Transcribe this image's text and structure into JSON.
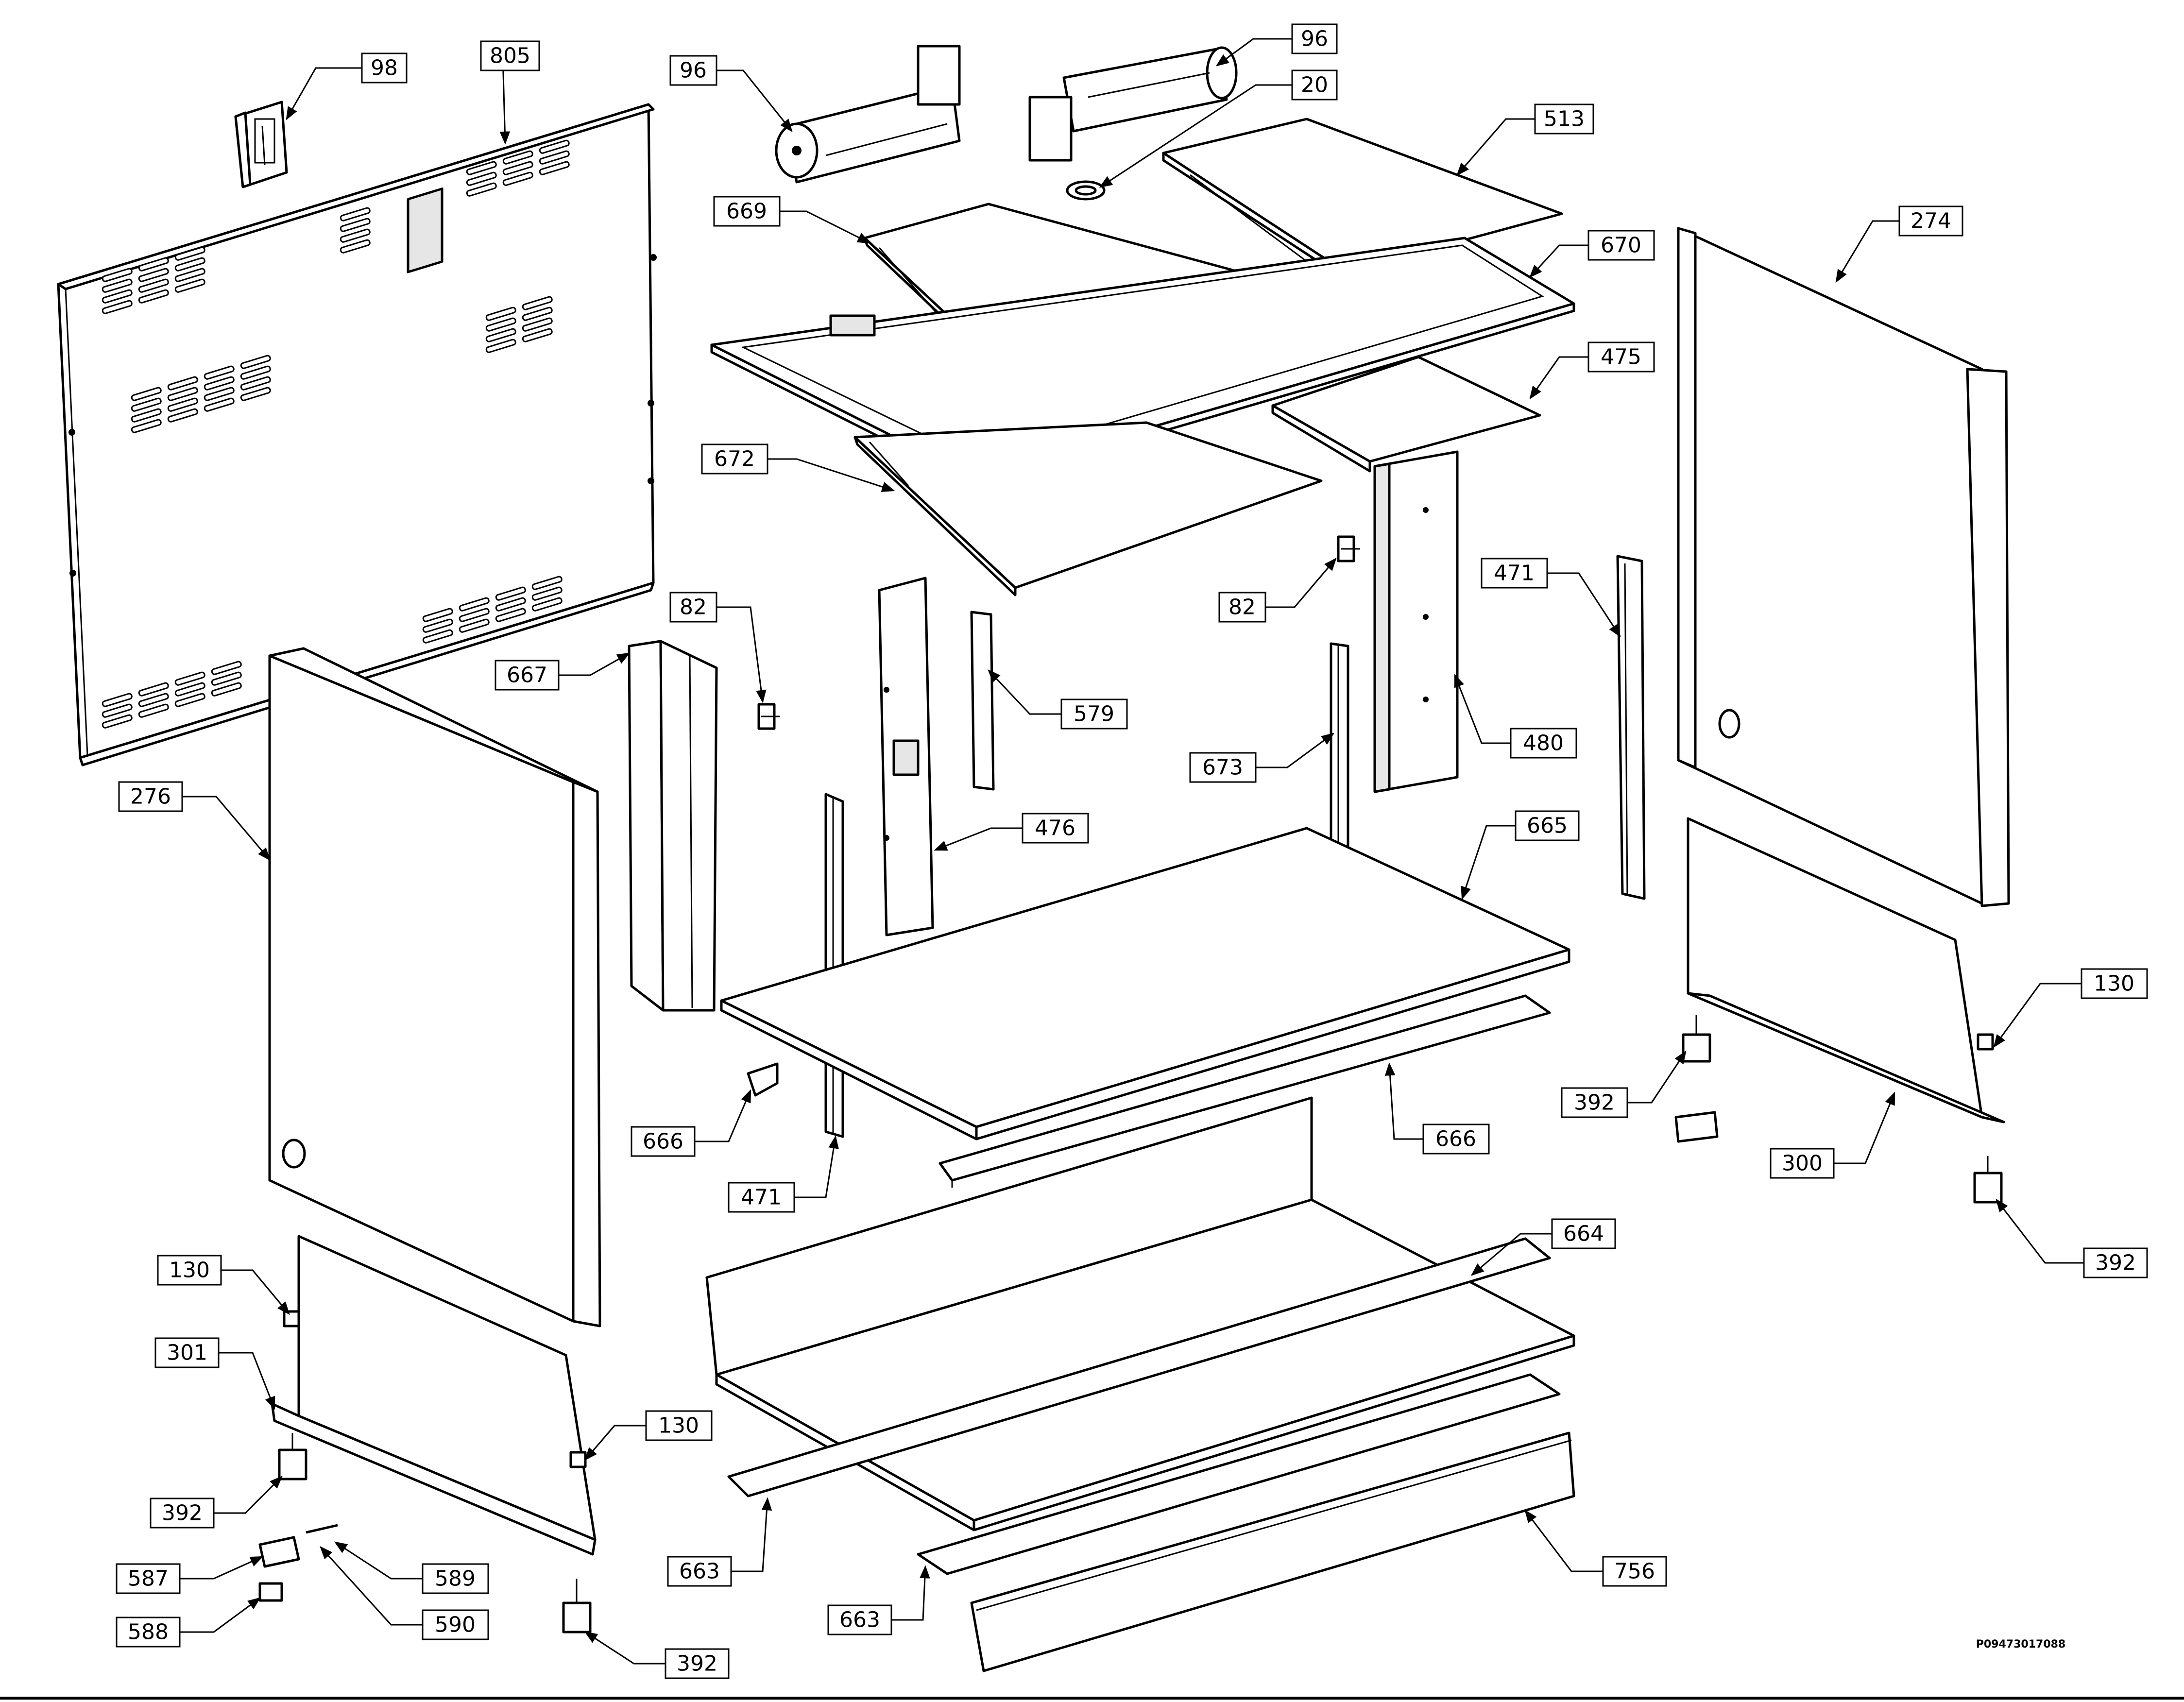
{
  "drawing_code": "P09473017088",
  "callouts": [
    {
      "id": "c-98",
      "label": "98"
    },
    {
      "id": "c-805",
      "label": "805"
    },
    {
      "id": "c-96a",
      "label": "96"
    },
    {
      "id": "c-96b",
      "label": "96"
    },
    {
      "id": "c-20",
      "label": "20"
    },
    {
      "id": "c-513",
      "label": "513"
    },
    {
      "id": "c-669",
      "label": "669"
    },
    {
      "id": "c-670",
      "label": "670"
    },
    {
      "id": "c-274",
      "label": "274"
    },
    {
      "id": "c-475",
      "label": "475"
    },
    {
      "id": "c-672",
      "label": "672"
    },
    {
      "id": "c-82a",
      "label": "82"
    },
    {
      "id": "c-82b",
      "label": "82"
    },
    {
      "id": "c-471a",
      "label": "471"
    },
    {
      "id": "c-667",
      "label": "667"
    },
    {
      "id": "c-579",
      "label": "579"
    },
    {
      "id": "c-480",
      "label": "480"
    },
    {
      "id": "c-673",
      "label": "673"
    },
    {
      "id": "c-276",
      "label": "276"
    },
    {
      "id": "c-476",
      "label": "476"
    },
    {
      "id": "c-665",
      "label": "665"
    },
    {
      "id": "c-130a",
      "label": "130"
    },
    {
      "id": "c-392a",
      "label": "392"
    },
    {
      "id": "c-666a",
      "label": "666"
    },
    {
      "id": "c-666b",
      "label": "666"
    },
    {
      "id": "c-471b",
      "label": "471"
    },
    {
      "id": "c-300",
      "label": "300"
    },
    {
      "id": "c-664",
      "label": "664"
    },
    {
      "id": "c-392b",
      "label": "392"
    },
    {
      "id": "c-130b",
      "label": "130"
    },
    {
      "id": "c-301",
      "label": "301"
    },
    {
      "id": "c-130c",
      "label": "130"
    },
    {
      "id": "c-392c",
      "label": "392"
    },
    {
      "id": "c-587",
      "label": "587"
    },
    {
      "id": "c-589",
      "label": "589"
    },
    {
      "id": "c-663a",
      "label": "663"
    },
    {
      "id": "c-756",
      "label": "756"
    },
    {
      "id": "c-590",
      "label": "590"
    },
    {
      "id": "c-588",
      "label": "588"
    },
    {
      "id": "c-663b",
      "label": "663"
    },
    {
      "id": "c-392d",
      "label": "392"
    }
  ]
}
